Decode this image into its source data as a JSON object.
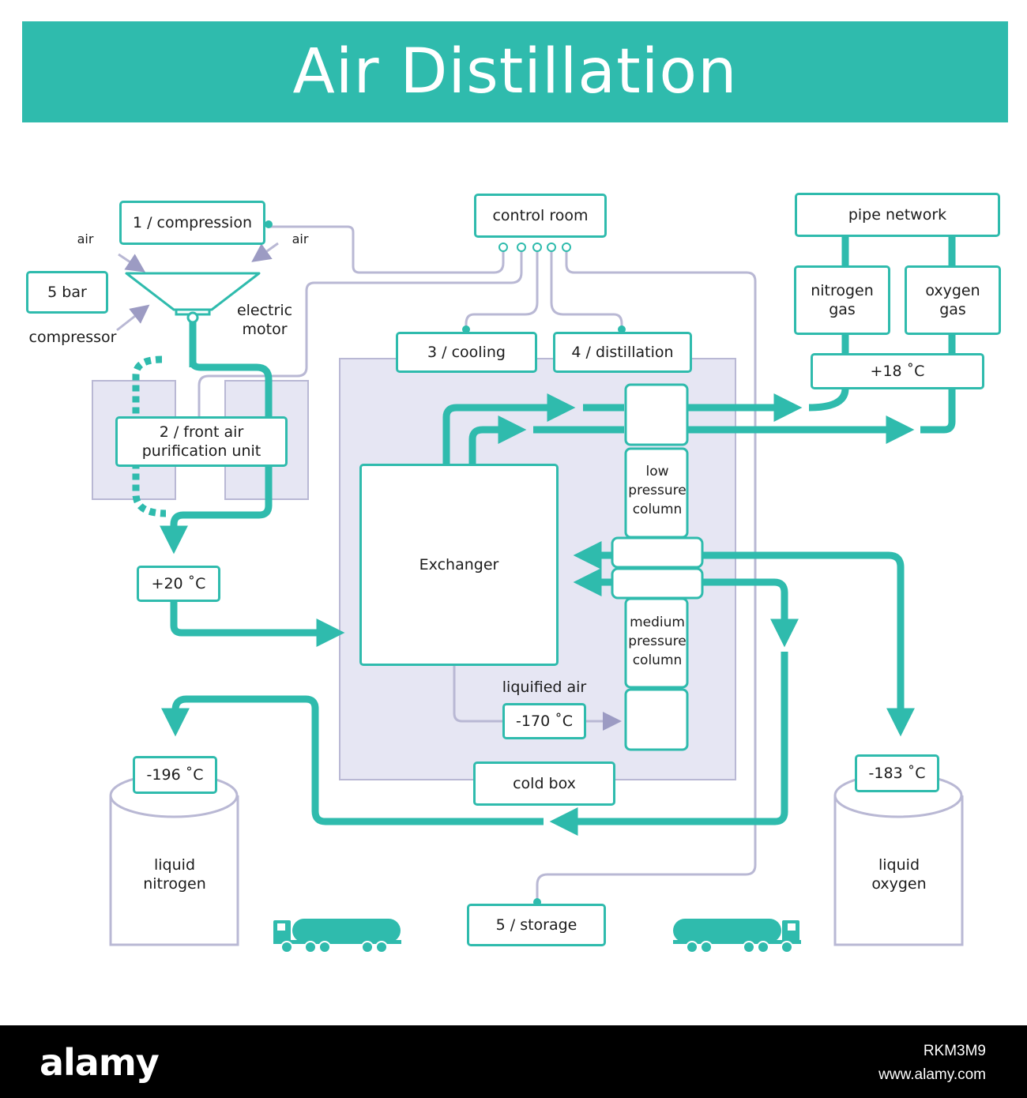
{
  "title": "Air Distillation",
  "colors": {
    "accent": "#2fbbad",
    "cold_box": "#e6e6f3",
    "line_grey": "#b9b8d4"
  },
  "steps": {
    "compression": "1 / compression",
    "purification": "2 / front air\npurification unit",
    "cooling": "3 / cooling",
    "distillation": "4 / distillation",
    "storage": "5 / storage"
  },
  "labels": {
    "control_room": "control room",
    "pipe_network": "pipe network",
    "nitrogen_gas": "nitrogen\ngas",
    "oxygen_gas": "oxygen\ngas",
    "temp_gas": "+18 ˚C",
    "pressure": "5 bar",
    "air_left": "air",
    "air_right": "air",
    "compressor": "compressor",
    "electric_motor": "electric\nmotor",
    "temp_after_purification": "+20 ˚C",
    "exchanger": "Exchanger",
    "low_pressure_column": "low\npressure\ncolumn",
    "medium_pressure_column": "medium\npressure\ncolumn",
    "liquified_air": "liquified air",
    "temp_liquified_air": "-170 ˚C",
    "cold_box": "cold box",
    "temp_liquid_nitrogen": "-196 ˚C",
    "temp_liquid_oxygen": "-183 ˚C",
    "liquid_nitrogen": "liquid\nnitrogen",
    "liquid_oxygen": "liquid\noxygen"
  },
  "icons": [
    "funnel-compressor-icon",
    "tanker-truck-icon"
  ],
  "footer": {
    "logo": "alamy",
    "image_id": "RKM3M9",
    "url": "www.alamy.com"
  }
}
